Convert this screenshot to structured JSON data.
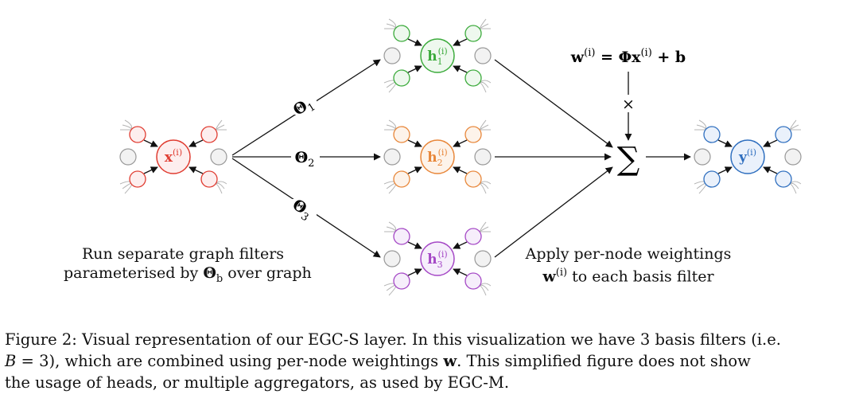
{
  "nodes": {
    "input": {
      "label": "x",
      "sup": "(i)",
      "color": "#e03c31",
      "fill": "#fdeeee"
    },
    "h1": {
      "label": "h",
      "sub": "1",
      "sup": "(i)",
      "color": "#3cab3c",
      "fill": "#eef8ee"
    },
    "h2": {
      "label": "h",
      "sub": "2",
      "sup": "(i)",
      "color": "#e8873a",
      "fill": "#fdf3ea"
    },
    "h3": {
      "label": "h",
      "sub": "3",
      "sup": "(i)",
      "color": "#a548c6",
      "fill": "#f6eefb"
    },
    "output": {
      "label": "y",
      "sup": "(i)",
      "color": "#2f6fbf",
      "fill": "#eaf1fb"
    }
  },
  "edges": {
    "theta1": {
      "base": "Θ",
      "sub": "1"
    },
    "theta2": {
      "base": "Θ",
      "sub": "2"
    },
    "theta3": {
      "base": "Θ",
      "sub": "3"
    }
  },
  "weight_equation": {
    "lhs": "w",
    "lhs_sup": "(i)",
    "eq": " = Φx",
    "mid_sup": "(i)",
    "rhs": " + b"
  },
  "multiply_symbol": "×",
  "sum_symbol": "∑",
  "left_text": {
    "line1": "Run separate graph filters",
    "line2_a": "parameterised by ",
    "line2_theta": "Θ",
    "line2_sub": "b",
    "line2_b": " over graph"
  },
  "right_text": {
    "line1": "Apply per-node weightings",
    "line2_w": "w",
    "line2_sup": "(i)",
    "line2_rest": " to each basis filter"
  },
  "neighbor_color": "#999999",
  "caption": {
    "line1": "Figure 2: Visual representation of our EGC-S layer. In this visualization we have 3 basis filters (i.e.",
    "line2_B": "B",
    "line2_a": " = 3), which are combined using per-node weightings ",
    "line2_w": "w",
    "line2_b": ". This simplified figure does not show",
    "line3": "the usage of heads, or multiple aggregators, as used by EGC-M."
  }
}
